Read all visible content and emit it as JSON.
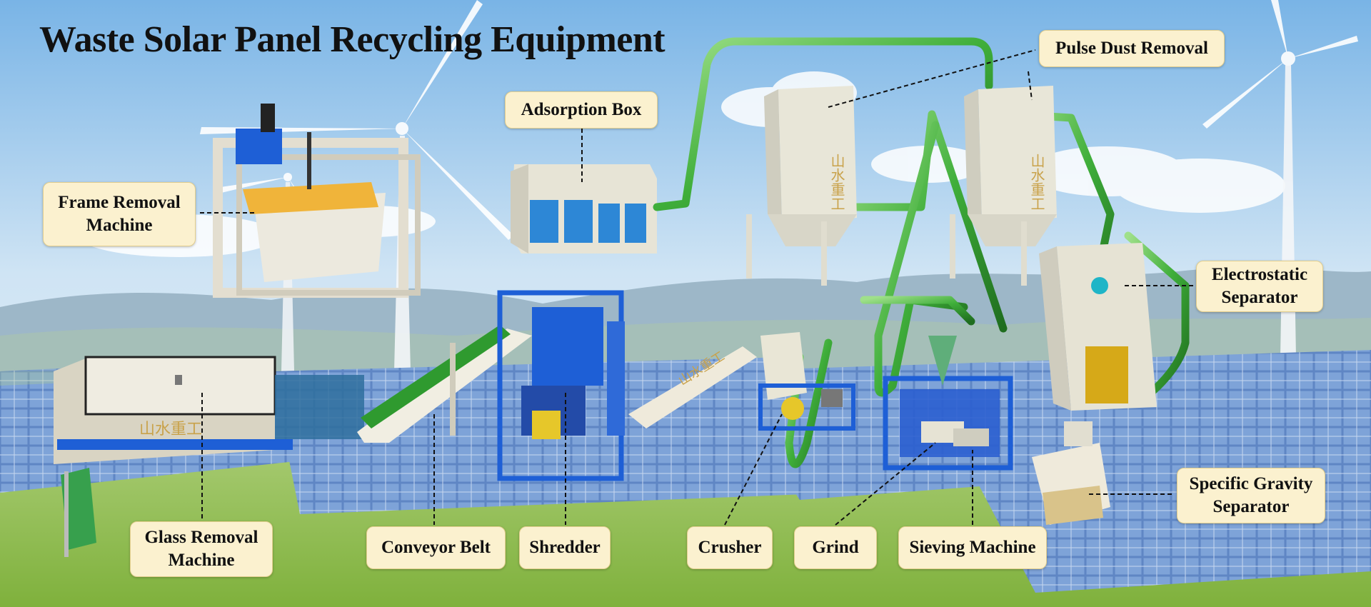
{
  "title": "Waste Solar Panel Recycling Equipment",
  "brand_mark": "山水重工",
  "labels": {
    "frame_removal": [
      "Frame Removal",
      "Machine"
    ],
    "adsorption_box": "Adsorption Box",
    "pulse_dust_removal": "Pulse Dust Removal",
    "electrostatic_separator": [
      "Electrostatic",
      "Separator"
    ],
    "specific_gravity_separator": [
      "Specific Gravity",
      "Separator"
    ],
    "glass_removal": [
      "Glass Removal",
      "Machine"
    ],
    "conveyor_belt": "Conveyor Belt",
    "shredder": "Shredder",
    "crusher": "Crusher",
    "grind": "Grind",
    "sieving_machine": "Sieving Machine"
  },
  "colors": {
    "label_bg": "#fbf1cf",
    "label_border": "#e3cf8e",
    "machine_blue": "#1e5fd6",
    "machine_cream": "#e9e6d6",
    "pipe_green": "#3fae3a",
    "belt_green": "#2f9a2f",
    "sky_top": "#8fc3ea",
    "grass": "#8fbf4a"
  }
}
